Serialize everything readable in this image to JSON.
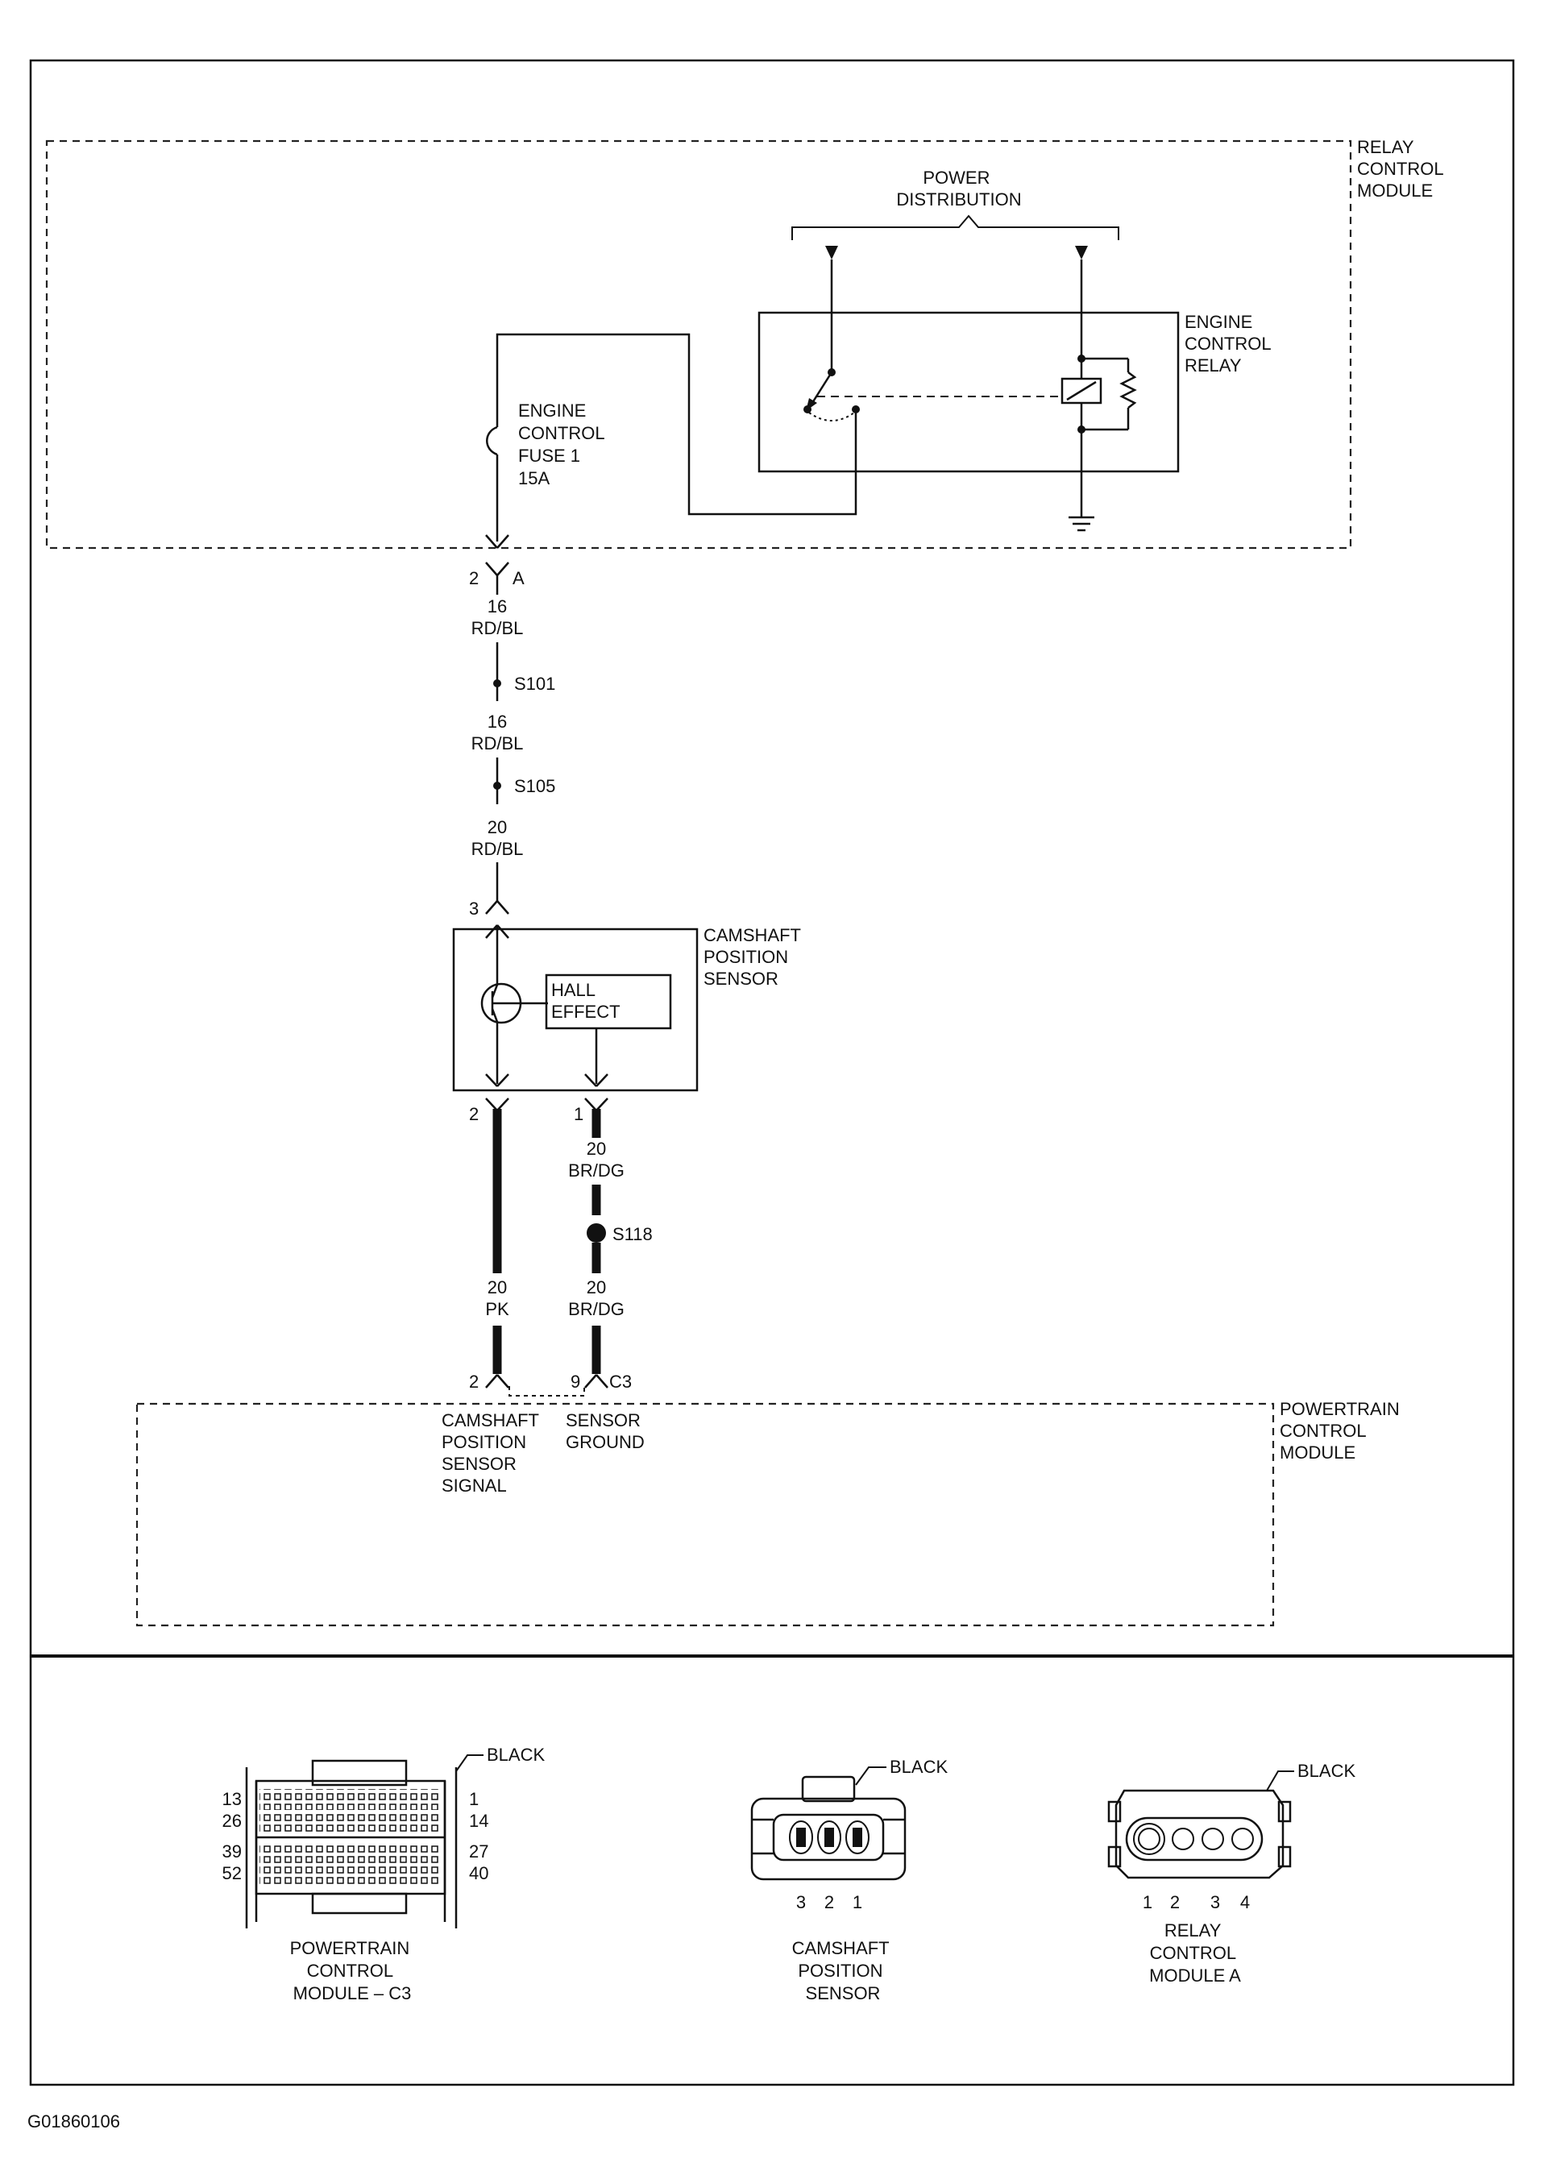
{
  "figure_id": "G01860106",
  "modules": {
    "relay_control_module": [
      "RELAY",
      "CONTROL",
      "MODULE"
    ],
    "power_distribution": [
      "POWER",
      "DISTRIBUTION"
    ],
    "engine_control_relay": [
      "ENGINE",
      "CONTROL",
      "RELAY"
    ],
    "engine_control_fuse": [
      "ENGINE",
      "CONTROL",
      "FUSE 1",
      "15A"
    ],
    "camshaft_position_sensor": [
      "CAMSHAFT",
      "POSITION",
      "SENSOR"
    ],
    "hall_effect": [
      "HALL",
      "EFFECT"
    ],
    "powertrain_control_module": [
      "POWERTRAIN",
      "CONTROL",
      "MODULE"
    ]
  },
  "connectors": {
    "rcm_pin": "2",
    "rcm_connector": "A",
    "cmp_pin_3": "3",
    "cmp_pin_2": "2",
    "cmp_pin_1": "1",
    "pcm_pin_2": "2",
    "pcm_pin_9": "9",
    "pcm_connector": "C3"
  },
  "wires": {
    "w1_gauge": "16",
    "w1_color": "RD/BL",
    "w2_gauge": "16",
    "w2_color": "RD/BL",
    "w3_gauge": "20",
    "w3_color": "RD/BL",
    "w4_gauge": "20",
    "w4_color": "BR/DG",
    "w5_gauge": "20",
    "w5_color": "PK",
    "w6_gauge": "20",
    "w6_color": "BR/DG"
  },
  "splices": {
    "s101": "S101",
    "s105": "S105",
    "s118": "S118"
  },
  "pcm_circuits": {
    "signal": [
      "CAMSHAFT",
      "POSITION",
      "SENSOR",
      "SIGNAL"
    ],
    "ground": [
      "SENSOR",
      "GROUND"
    ]
  },
  "connector_views": {
    "pcm": {
      "color_label": "BLACK",
      "pins": {
        "top_left": "13",
        "top_right": "1",
        "row2_left": "26",
        "row2_right": "14",
        "row3_left": "39",
        "row3_right": "27",
        "bottom_left": "52",
        "bottom_right": "40"
      },
      "caption": [
        "POWERTRAIN",
        "CONTROL",
        "MODULE – C3"
      ]
    },
    "cmp": {
      "color_label": "BLACK",
      "pins": [
        "3",
        "2",
        "1"
      ],
      "caption": [
        "CAMSHAFT",
        "POSITION",
        "SENSOR"
      ]
    },
    "rcm": {
      "color_label": "BLACK",
      "pins": [
        "1",
        "2",
        "3",
        "4"
      ],
      "caption": [
        "RELAY",
        "CONTROL",
        "MODULE A"
      ]
    }
  },
  "colors": {
    "ink": "#111111",
    "paper": "#ffffff"
  }
}
